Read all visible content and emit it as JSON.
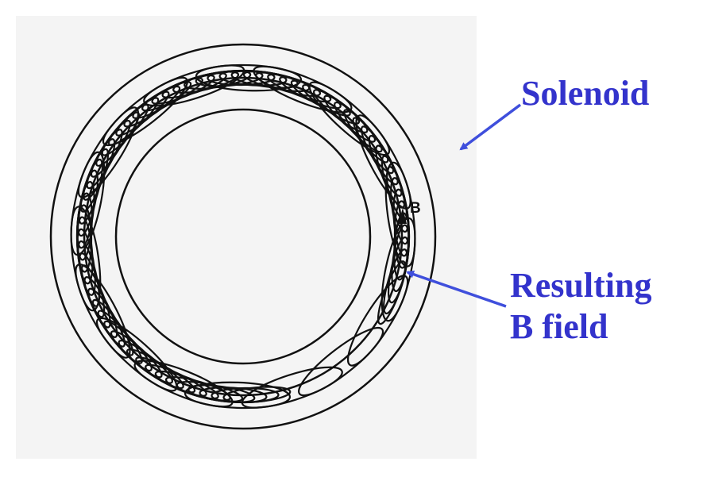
{
  "labels": {
    "solenoid": "Solenoid",
    "result_line1": "Resulting",
    "result_line2": "B field",
    "field_symbol": "B"
  },
  "colors": {
    "annotation": "#3333cc",
    "drawing": "#111111",
    "scan_background": "#f4f4f4"
  },
  "diagram": {
    "subject": "toroidal solenoid",
    "field_loop_count": 18
  }
}
